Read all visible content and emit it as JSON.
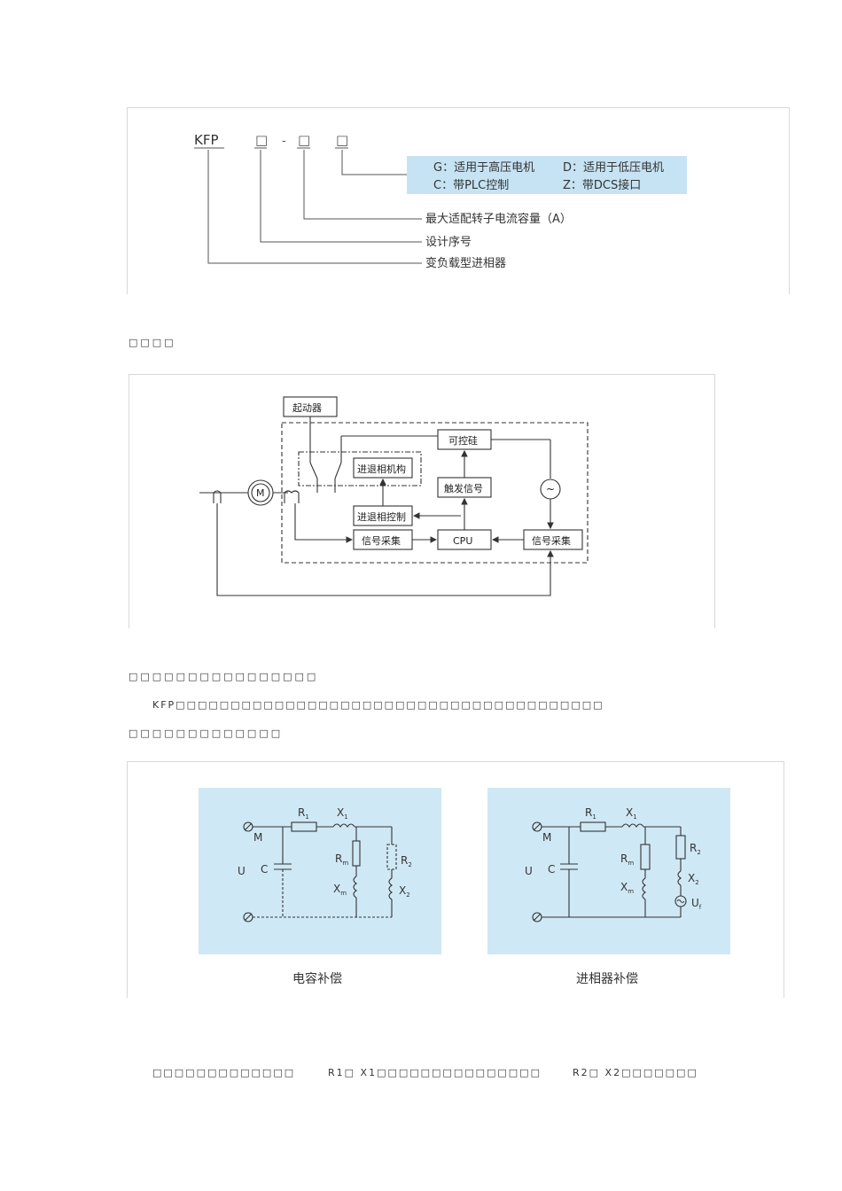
{
  "fig1": {
    "model": "KFP",
    "box": "□",
    "dash": "-",
    "opt_g": "G：适用于高压电机",
    "opt_d": "D：适用于低压电机",
    "opt_c": "C：带PLC控制",
    "opt_z": "Z：带DCS接口",
    "line_current": "最大适配转子电流容量（A）",
    "line_serial": "设计序号",
    "line_type": "变负载型进相器"
  },
  "caption1": "□□□□",
  "fig2": {
    "starter": "起动器",
    "thyristor": "可控硅",
    "mechanism": "进退相机构",
    "trigger": "触发信号",
    "phase_ctrl": "进退相控制",
    "collect_left": "信号采集",
    "cpu": "CPU",
    "collect_right": "信号采集",
    "motor": "M",
    "tilde": "~"
  },
  "caption2": "□□□□□□□□□□□□□□□□",
  "paragraph": "KFP□□□□□□□□□□□□□□□□□□□□□□□□□□□□□□□□□□□□□□□",
  "caption3": "□□□□□□□□□□□□□",
  "fig3": {
    "left_title": "电容补偿",
    "right_title": "进相器补偿",
    "m": "M",
    "u": "U",
    "c": "C",
    "r1": "R",
    "r1_sub": "1",
    "x1": "X",
    "x1_sub": "1",
    "rm": "R",
    "rm_sub": "m",
    "xm": "X",
    "xm_sub": "m",
    "r2": "R",
    "r2_sub": "2",
    "x2": "X",
    "x2_sub": "2",
    "uf": "U",
    "uf_sub": "f"
  },
  "bottom": {
    "part1": "□□□□□□□□□□□□□",
    "part2": "R1□ X1□□□□□□□□□□□□□□□",
    "part3": "R2□ X2□□□□□□□"
  }
}
